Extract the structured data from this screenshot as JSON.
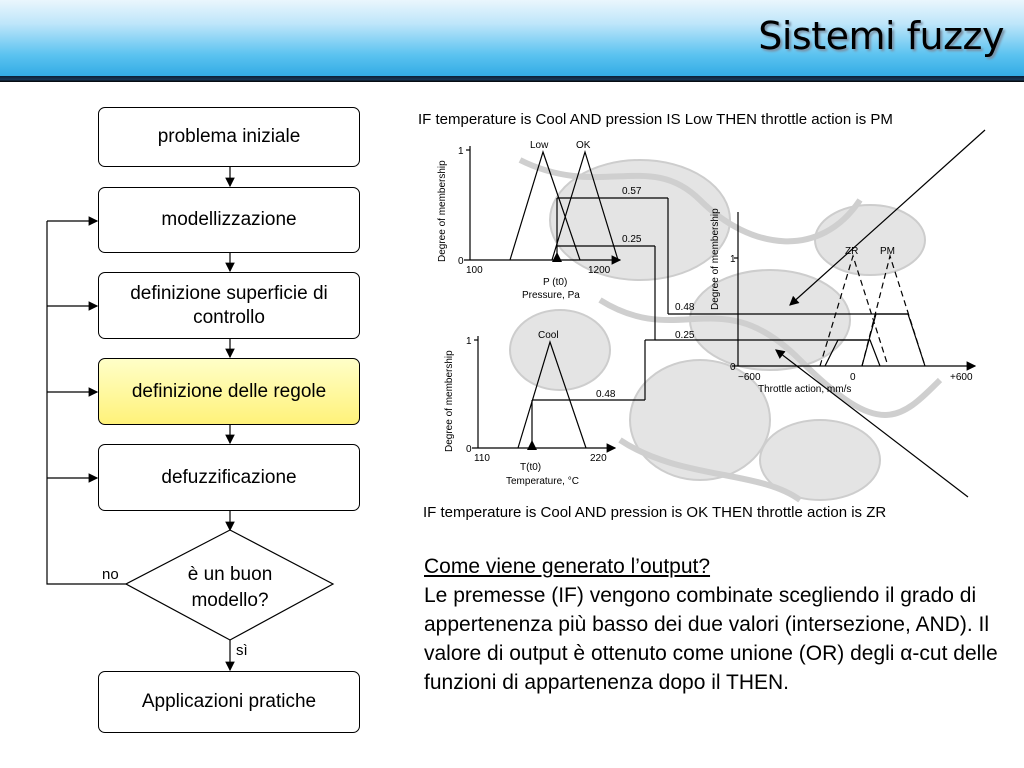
{
  "title": "Sistemi fuzzy",
  "flowchart": {
    "boxes": [
      "problema iniziale",
      "modellizzazione",
      "definizione superficie di controllo",
      "definizione delle regole",
      "defuzzificazione"
    ],
    "decision": "è un buon modello?",
    "no_label": "no",
    "yes_label": "sì",
    "final_box": "Applicazioni pratiche",
    "highlight_color": "#fff27a"
  },
  "rules": {
    "rule1": "IF temperature is Cool AND pression IS Low THEN throttle action is PM",
    "rule2": "IF temperature is Cool AND pression is OK THEN throttle action is ZR"
  },
  "figure": {
    "pressure_plot": {
      "ylabel": "Degree of membership",
      "y_top": "1",
      "y_zero": "0",
      "x_min": "100",
      "x_max": "1200",
      "sets": [
        "Low",
        "OK"
      ],
      "marker": "P (t0)",
      "xlabel": "Pressure, Pa",
      "values": [
        "0.57",
        "0.25"
      ]
    },
    "temperature_plot": {
      "ylabel": "Degree of membership",
      "y_top": "1",
      "y_zero": "0",
      "x_min": "110",
      "x_max": "220",
      "set": "Cool",
      "marker": "T(t0)",
      "xlabel": "Temperature, °C",
      "value": "0.48"
    },
    "throttle_plot": {
      "ylabel": "Degree of membership",
      "y_top": "1",
      "y_zero": "0",
      "x_min": "−600",
      "x_mid": "0",
      "x_max": "+600",
      "sets": [
        "ZR",
        "PM"
      ],
      "xlabel": "Throttle action, mm/s",
      "values": [
        "0.48",
        "0.25"
      ]
    }
  },
  "explanation": {
    "heading": "Come viene generato l’output?",
    "body": "Le premesse (IF) vengono combinate scegliendo il grado di appertenenza più basso dei due valori (intersezione, AND). Il valore di output è ottenuto come unione (OR) degli α-cut delle funzioni di appartenenza dopo il THEN."
  }
}
